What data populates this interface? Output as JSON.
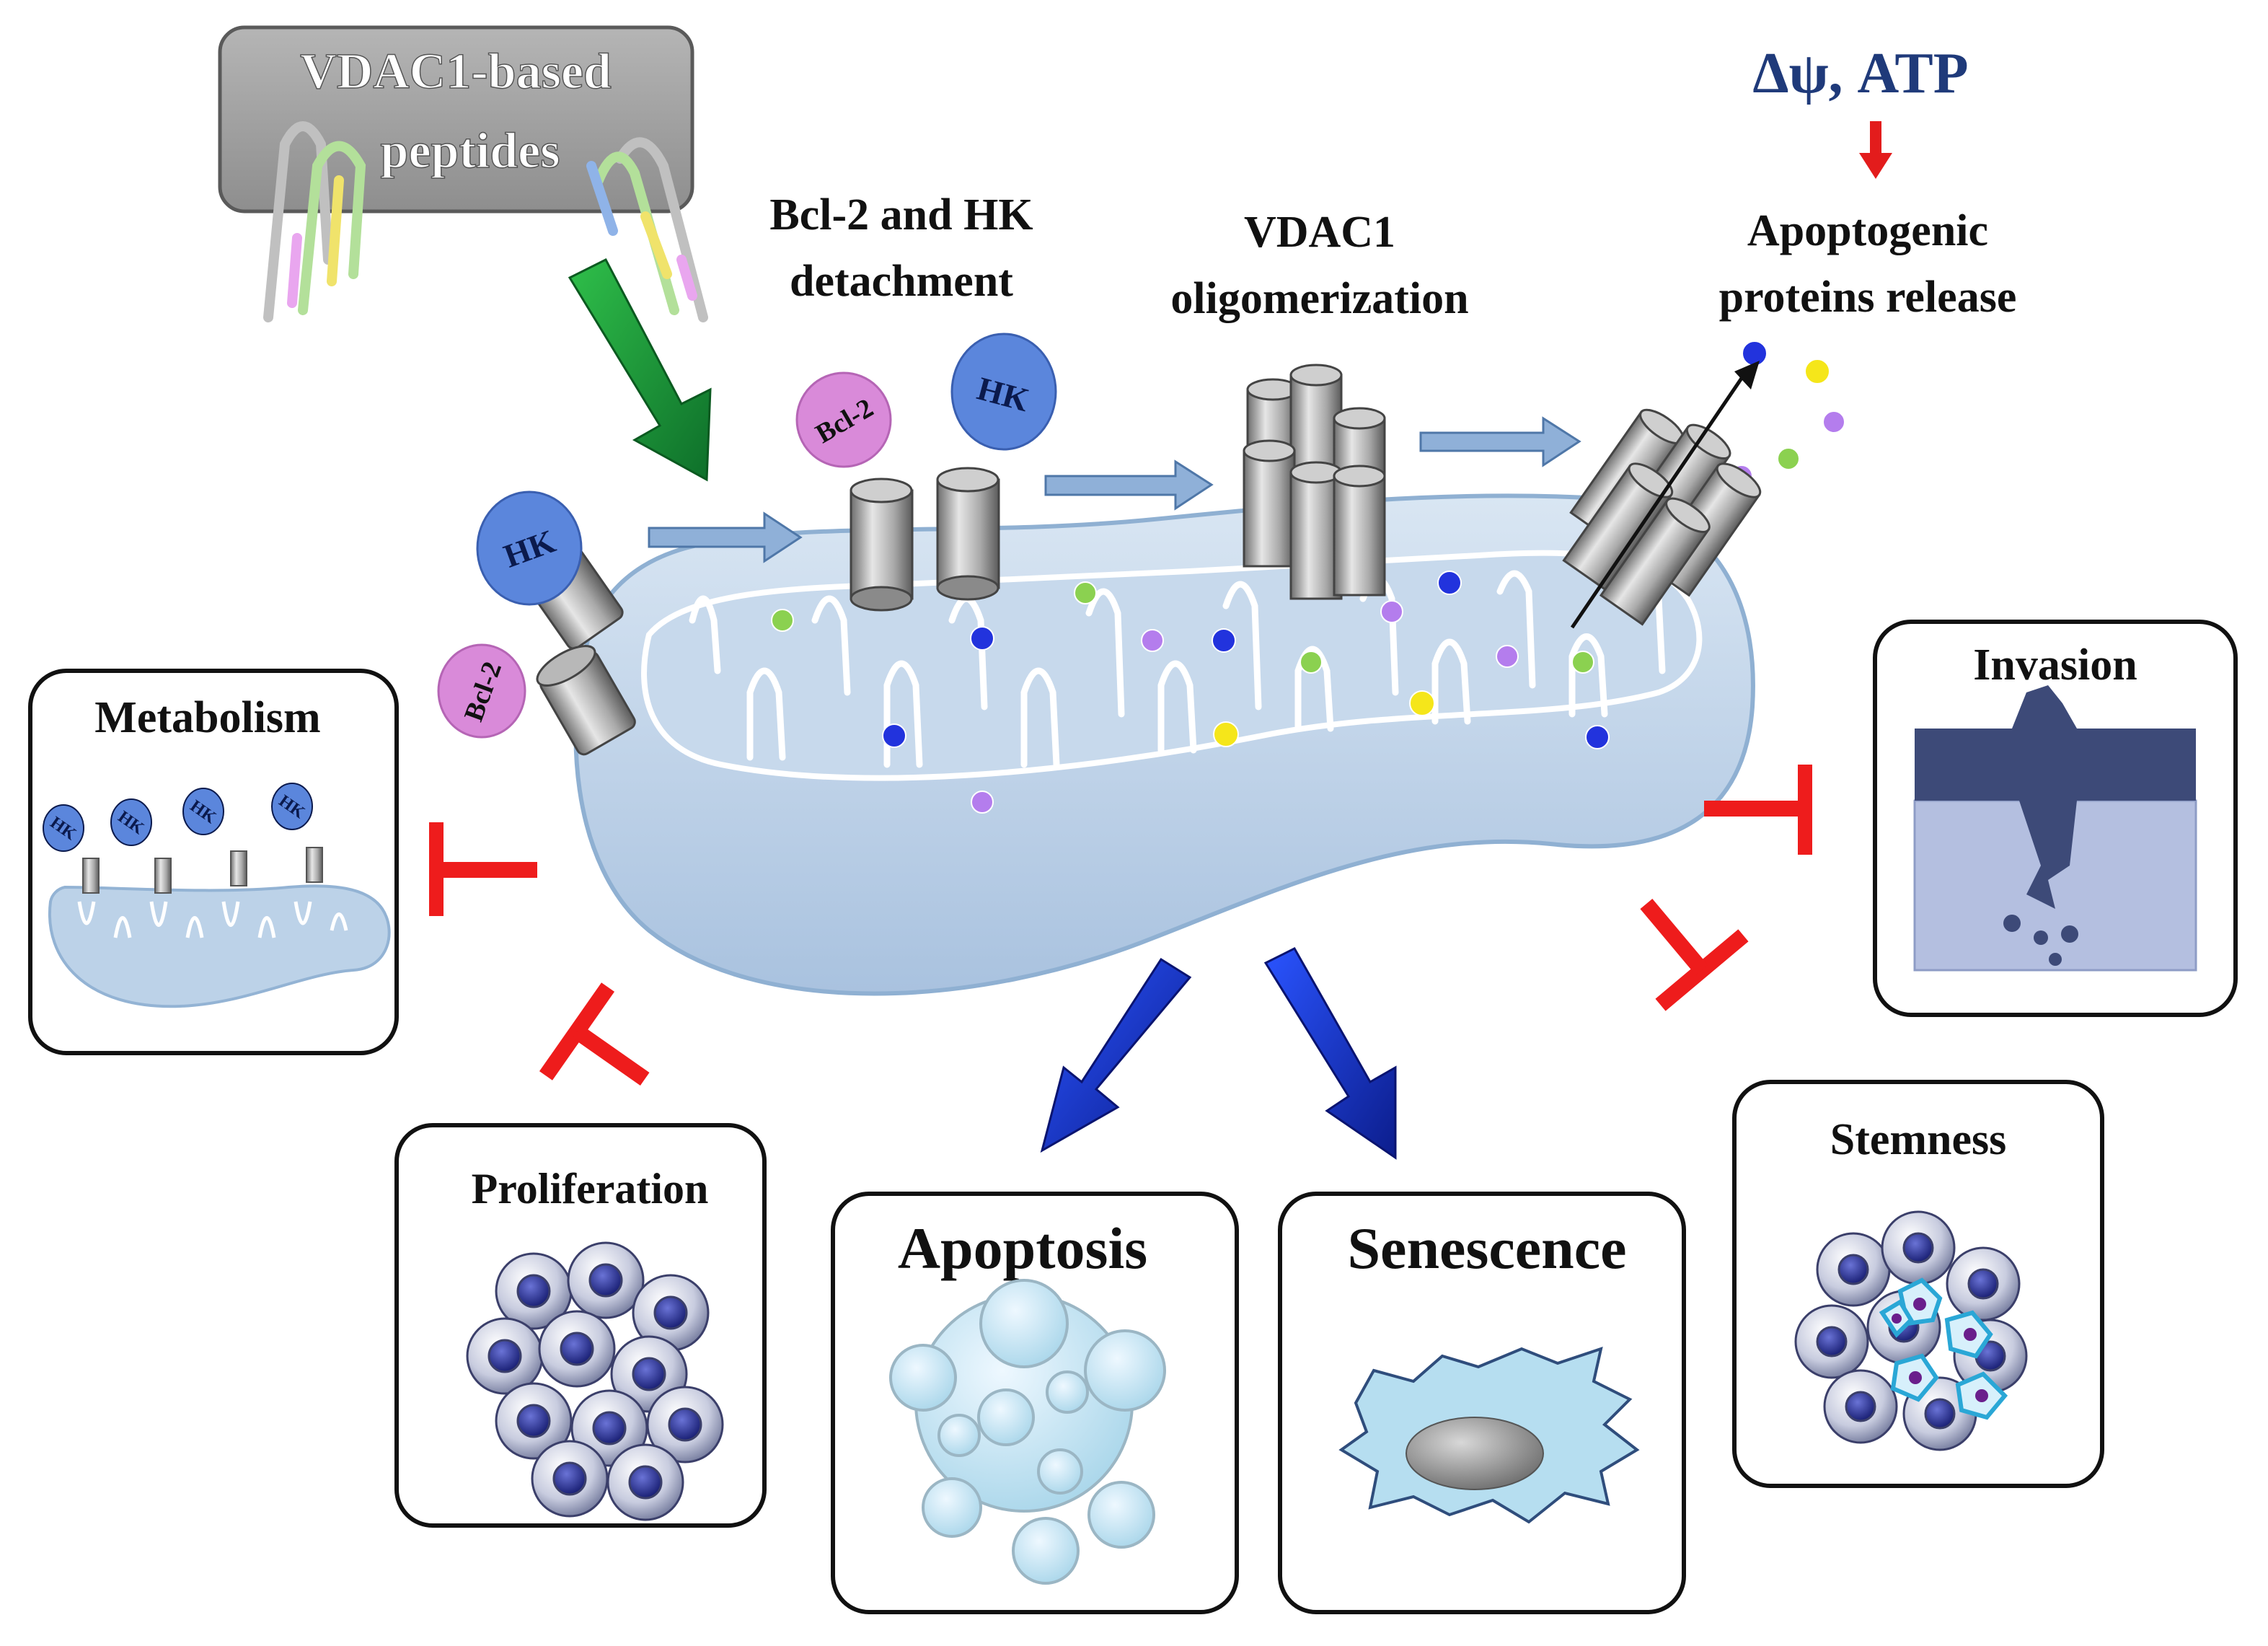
{
  "peptides_box": {
    "line1": "VDAC1-based",
    "line2": "peptides"
  },
  "steps": {
    "detachment": {
      "line1": "Bcl-2 and HK",
      "line2": "detachment"
    },
    "oligomerization": {
      "line1": "VDAC1",
      "line2": "oligomerization"
    },
    "release": {
      "line1": "Apoptogenic",
      "line2": "proteins release"
    }
  },
  "potential_label": "Δψ, ATP",
  "protein_labels": {
    "hk": "HK",
    "bcl2": "Bcl-2"
  },
  "outcomes": {
    "metabolism": "Metabolism",
    "invasion": "Invasion",
    "proliferation": "Proliferation",
    "apoptosis": "Apoptosis",
    "senescence": "Senescence",
    "stemness": "Stemness"
  },
  "colors": {
    "mito_fill": "#b9cfe6",
    "mito_edge": "#8fb0d2",
    "hk": "#5b86dc",
    "bcl2": "#d98ad9",
    "inhibit": "#ee1c1c",
    "promote": "#1430b8",
    "peptide_arrow": "#1e9a3a",
    "step_arrow": "#7fa3cc",
    "title_blue": "#1f3a7a"
  }
}
